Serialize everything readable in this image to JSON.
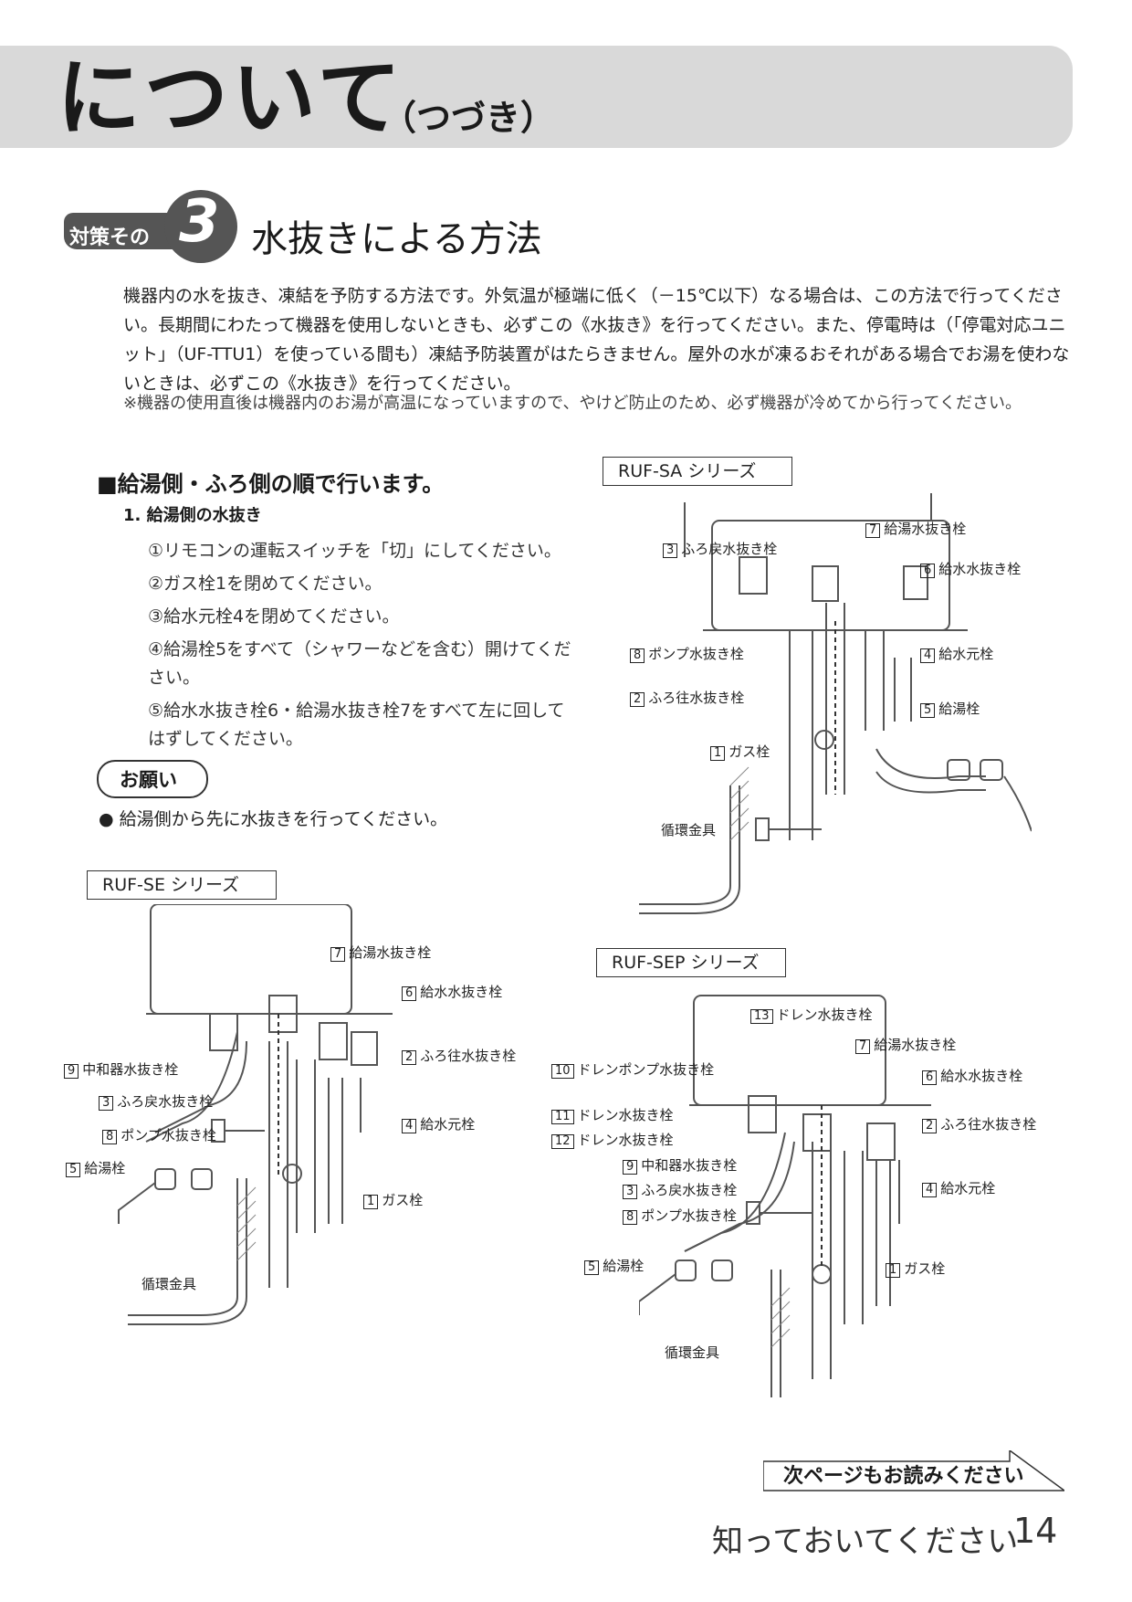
{
  "header": {
    "title": "について",
    "subtitle": "（つづき）"
  },
  "section": {
    "badge": "対策その",
    "number": "3",
    "title": "水抜きによる方法"
  },
  "intro": "機器内の水を抜き、凍結を予防する方法です。外気温が極端に低く（－15℃以下）なる場合は、この方法で行ってください。長期間にわたって機器を使用しないときも、必ずこの《水抜き》を行ってください。また、停電時は（「停電対応ユニット」（UF-TTU1）を使っている間も）凍結予防装置がはたらきません。屋外の水が凍るおそれがある場合でお湯を使わないときは、必ずこの《水抜き》を行ってください。",
  "note": "※機器の使用直後は機器内のお湯が高温になっていますので、やけど防止のため、必ず機器が冷めてから行ってください。",
  "procedure": {
    "heading": "■給湯側・ふろ側の順で行います。",
    "subheading": "1. 給湯側の水抜き",
    "steps": [
      "①リモコンの運転スイッチを「切」にしてください。",
      "②ガス栓1を閉めてください。",
      "③給水元栓4を閉めてください。",
      "④給湯栓5をすべて（シャワーなどを含む）開けてください。",
      "⑤給水水抜き栓6・給湯水抜き栓7をすべて左に回してはずしてください。"
    ]
  },
  "caution": {
    "title": "お願い",
    "text": "● 給湯側から先に水抜きを行ってください。"
  },
  "diagrams": {
    "sa": {
      "series": "RUF-SA シリーズ",
      "labels": [
        {
          "num": "7",
          "text": "給湯水抜き栓"
        },
        {
          "num": "3",
          "text": "ふろ戻水抜き栓"
        },
        {
          "num": "6",
          "text": "給水水抜き栓"
        },
        {
          "num": "8",
          "text": "ポンプ水抜き栓"
        },
        {
          "num": "4",
          "text": "給水元栓"
        },
        {
          "num": "2",
          "text": "ふろ往水抜き栓"
        },
        {
          "num": "5",
          "text": "給湯栓"
        },
        {
          "num": "1",
          "text": "ガス栓"
        },
        {
          "num": "",
          "text": "循環金具"
        }
      ]
    },
    "se": {
      "series": "RUF-SE シリーズ",
      "labels": [
        {
          "num": "7",
          "text": "給湯水抜き栓"
        },
        {
          "num": "6",
          "text": "給水水抜き栓"
        },
        {
          "num": "9",
          "text": "中和器水抜き栓"
        },
        {
          "num": "2",
          "text": "ふろ往水抜き栓"
        },
        {
          "num": "3",
          "text": "ふろ戻水抜き栓"
        },
        {
          "num": "4",
          "text": "給水元栓"
        },
        {
          "num": "8",
          "text": "ポンプ水抜き栓"
        },
        {
          "num": "5",
          "text": "給湯栓"
        },
        {
          "num": "1",
          "text": "ガス栓"
        },
        {
          "num": "",
          "text": "循環金具"
        }
      ]
    },
    "sep": {
      "series": "RUF-SEP シリーズ",
      "labels": [
        {
          "num": "13",
          "text": "ドレン水抜き栓"
        },
        {
          "num": "7",
          "text": "給湯水抜き栓"
        },
        {
          "num": "10",
          "text": "ドレンポンプ水抜き栓"
        },
        {
          "num": "6",
          "text": "給水水抜き栓"
        },
        {
          "num": "11",
          "text": "ドレン水抜き栓"
        },
        {
          "num": "2",
          "text": "ふろ往水抜き栓"
        },
        {
          "num": "12",
          "text": "ドレン水抜き栓"
        },
        {
          "num": "9",
          "text": "中和器水抜き栓"
        },
        {
          "num": "3",
          "text": "ふろ戻水抜き栓"
        },
        {
          "num": "4",
          "text": "給水元栓"
        },
        {
          "num": "8",
          "text": "ポンプ水抜き栓"
        },
        {
          "num": "5",
          "text": "給湯栓"
        },
        {
          "num": "1",
          "text": "ガス栓"
        },
        {
          "num": "",
          "text": "循環金具"
        }
      ]
    }
  },
  "next_page": "次ページもお読みください",
  "footer": {
    "text": "知っておいてください",
    "page": "14"
  }
}
